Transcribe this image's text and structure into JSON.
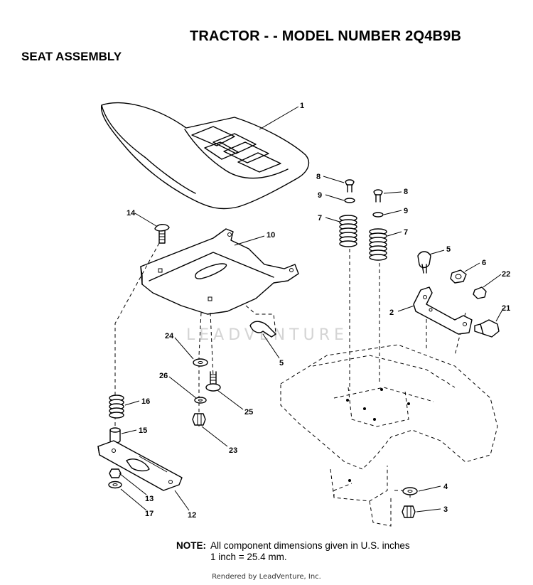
{
  "header": {
    "title": "TRACTOR - - MODEL NUMBER 2Q4B9B",
    "section": "SEAT ASSEMBLY"
  },
  "watermark": "LEADVENTURE",
  "callouts": [
    {
      "id": "c1",
      "label": "1"
    },
    {
      "id": "c2",
      "label": "2"
    },
    {
      "id": "c3",
      "label": "3"
    },
    {
      "id": "c4",
      "label": "4"
    },
    {
      "id": "c5a",
      "label": "5"
    },
    {
      "id": "c5b",
      "label": "5"
    },
    {
      "id": "c6",
      "label": "6"
    },
    {
      "id": "c7a",
      "label": "7"
    },
    {
      "id": "c7b",
      "label": "7"
    },
    {
      "id": "c8a",
      "label": "8"
    },
    {
      "id": "c8b",
      "label": "8"
    },
    {
      "id": "c9a",
      "label": "9"
    },
    {
      "id": "c9b",
      "label": "9"
    },
    {
      "id": "c10",
      "label": "10"
    },
    {
      "id": "c12",
      "label": "12"
    },
    {
      "id": "c13",
      "label": "13"
    },
    {
      "id": "c14",
      "label": "14"
    },
    {
      "id": "c15",
      "label": "15"
    },
    {
      "id": "c16",
      "label": "16"
    },
    {
      "id": "c17",
      "label": "17"
    },
    {
      "id": "c21",
      "label": "21"
    },
    {
      "id": "c22",
      "label": "22"
    },
    {
      "id": "c23",
      "label": "23"
    },
    {
      "id": "c24",
      "label": "24"
    },
    {
      "id": "c25",
      "label": "25"
    },
    {
      "id": "c26",
      "label": "26"
    }
  ],
  "note": {
    "label": "NOTE:",
    "line1": "All component dimensions given in U.S. inches",
    "line2": "1 inch = 25.4 mm."
  },
  "footer": "Rendered by LeadVenture, Inc."
}
